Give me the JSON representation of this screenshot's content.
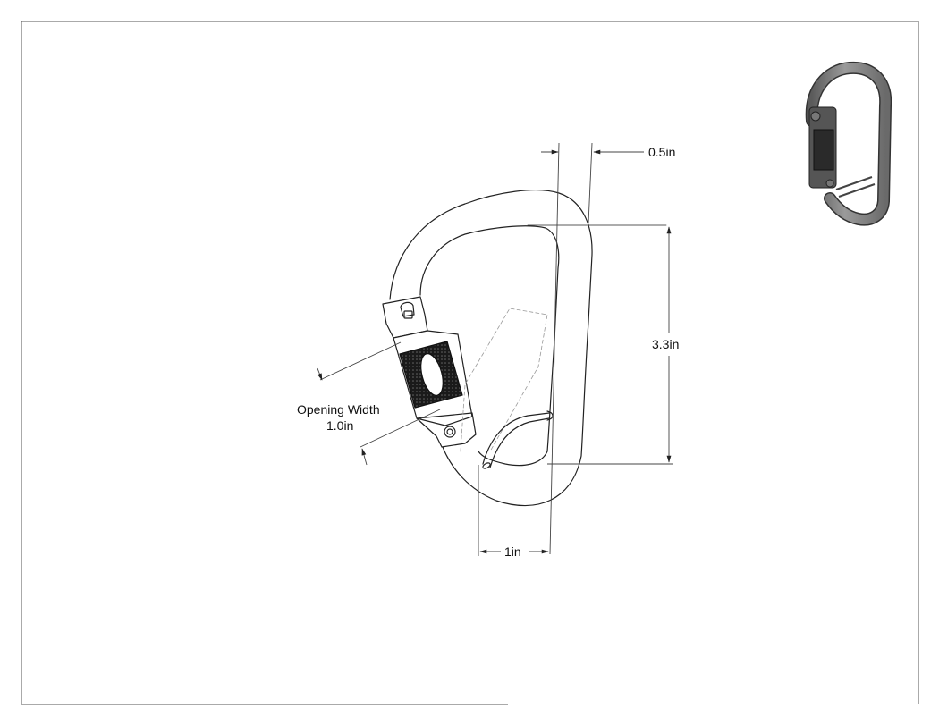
{
  "dimensions": {
    "width_label": "0.5in",
    "height_label": "3.3in",
    "span_label": "1in",
    "opening_title": "Opening Width",
    "opening_value": "1.0in"
  },
  "colors": {
    "line": "#222222",
    "dim_line": "#444444",
    "knurl": "#1a1a1a",
    "thumb_body": "#7a7a7a",
    "thumb_dark": "#3a3a3a",
    "border": "#555555"
  },
  "icons": {
    "carabiner_drawing": "carabiner-line-drawing",
    "thumbnail": "carabiner-shaded-thumbnail"
  }
}
